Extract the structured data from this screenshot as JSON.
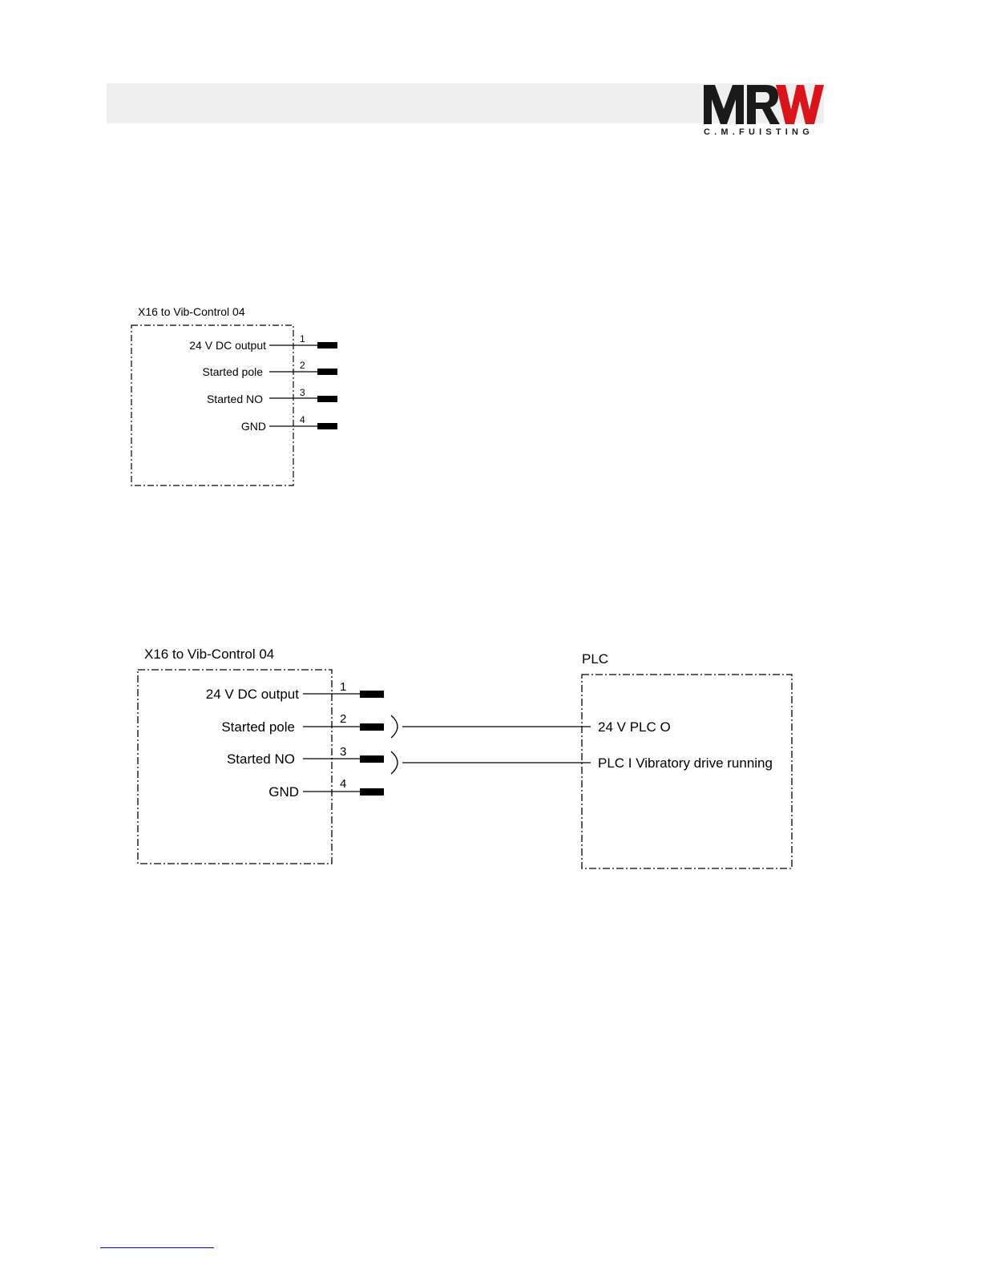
{
  "logo": {
    "wordmark": "MRW",
    "subtitle": "C.M.FUISTING",
    "colors": {
      "dark": "#1a1a1a",
      "red": "#d9141b"
    }
  },
  "diagram1": {
    "box_title": "X16 to Vib-Control 04",
    "pins": [
      {
        "number": "1",
        "label": "24 V DC output"
      },
      {
        "number": "2",
        "label": "Started pole"
      },
      {
        "number": "3",
        "label": "Started NO"
      },
      {
        "number": "4",
        "label": "GND"
      }
    ]
  },
  "diagram2": {
    "box_title": "X16 to Vib-Control 04",
    "pins": [
      {
        "number": "1",
        "label": "24 V DC output"
      },
      {
        "number": "2",
        "label": "Started pole"
      },
      {
        "number": "3",
        "label": "Started NO"
      },
      {
        "number": "4",
        "label": "GND"
      }
    ],
    "plc": {
      "title": "PLC",
      "signals": [
        {
          "label": "24 V PLC O"
        },
        {
          "label": "PLC I Vibratory drive running"
        }
      ]
    }
  }
}
